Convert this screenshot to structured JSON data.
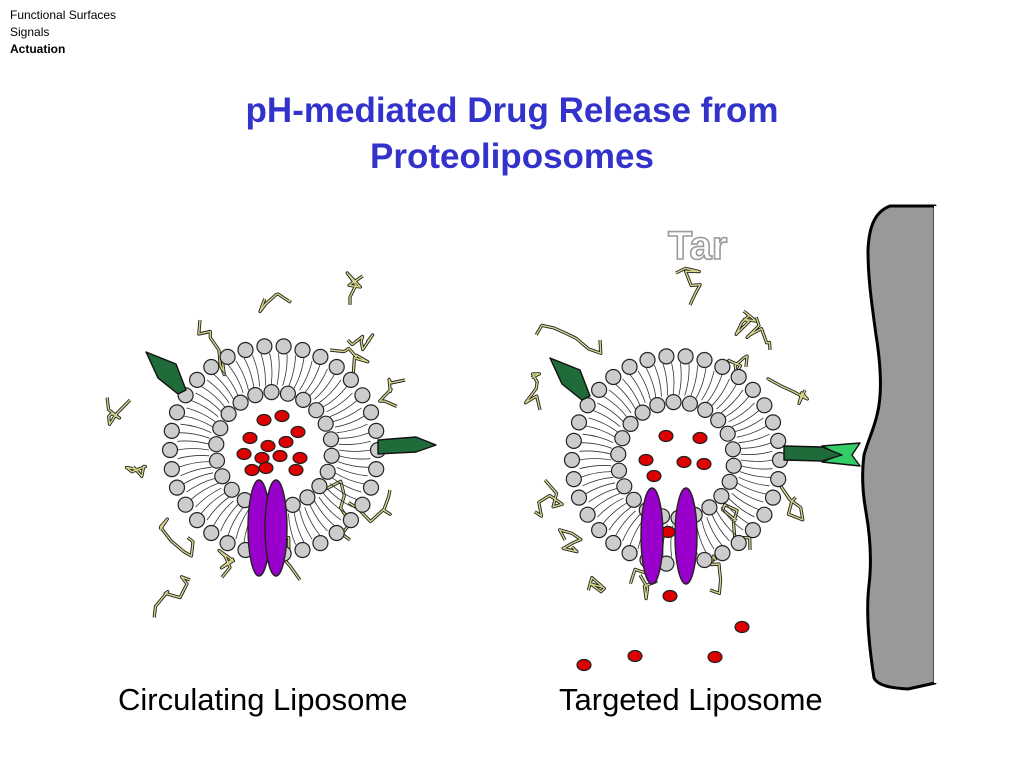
{
  "breadcrumb": {
    "items": [
      "Functional Surfaces",
      "Signals",
      "Actuation"
    ],
    "active_index": 2
  },
  "title": {
    "line1": "pH-mediated Drug Release from",
    "line2": "Proteoliposomes"
  },
  "diagram": {
    "target_label": "Tar",
    "captions": {
      "left": "Circulating Liposome",
      "right": "Targeted Liposome"
    },
    "components": {
      "lipid_head": "lipid-head",
      "drug_molecule": "drug-molecule",
      "channel_protein": "channel-protein",
      "targeting_ligand": "targeting-ligand",
      "polymer_chain": "polymer-chain",
      "cell_surface": "cell-surface",
      "receptor": "receptor"
    },
    "colors": {
      "title": "#3333cc",
      "lipid_head": "#cccccc",
      "drug": "#dd0000",
      "protein": "#9900cc",
      "ligand": "#1f6b3a",
      "receptor": "#33cc66",
      "polymer": "#d8d68a",
      "cell": "#999999"
    }
  }
}
